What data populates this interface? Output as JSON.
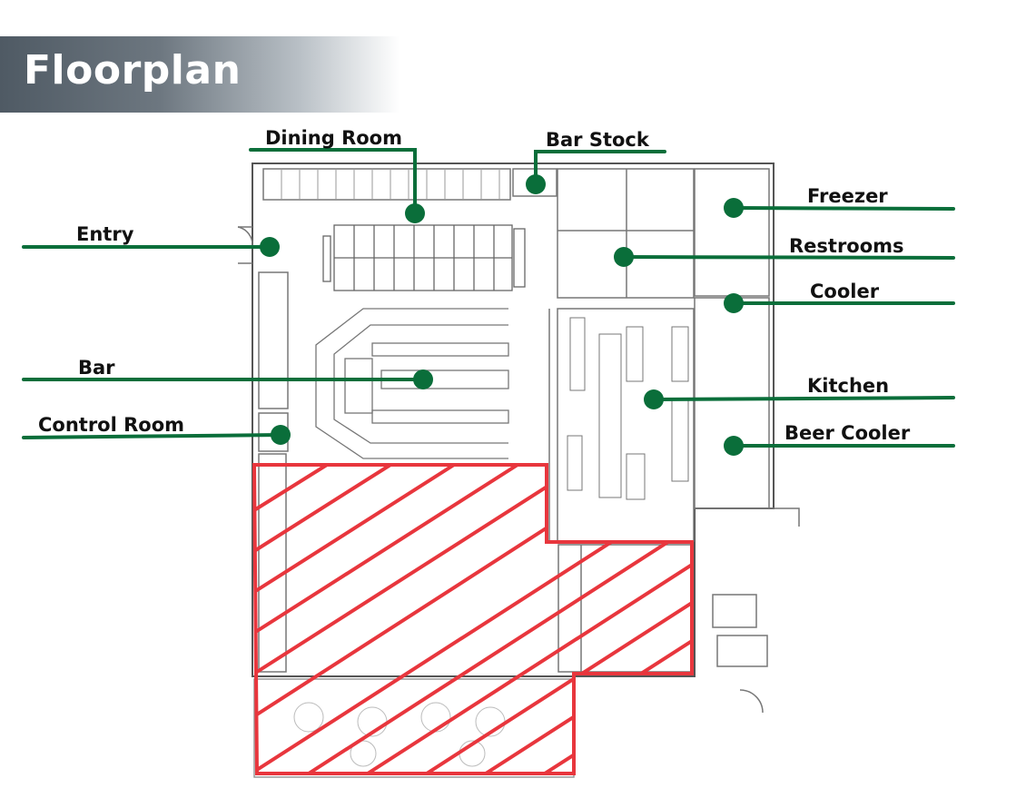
{
  "title": "Floorplan",
  "colors": {
    "marker": "#0a6e3a",
    "hatch": "#e8363d",
    "linework": "#8a8a8a",
    "banner_dark": "#4f5a64"
  },
  "labels": {
    "dining_room": "Dining Room",
    "bar_stock": "Bar Stock",
    "entry": "Entry",
    "freezer": "Freezer",
    "restrooms": "Restrooms",
    "cooler": "Cooler",
    "bar": "Bar",
    "kitchen": "Kitchen",
    "control_room": "Control Room",
    "beer_cooler": "Beer Cooler"
  }
}
